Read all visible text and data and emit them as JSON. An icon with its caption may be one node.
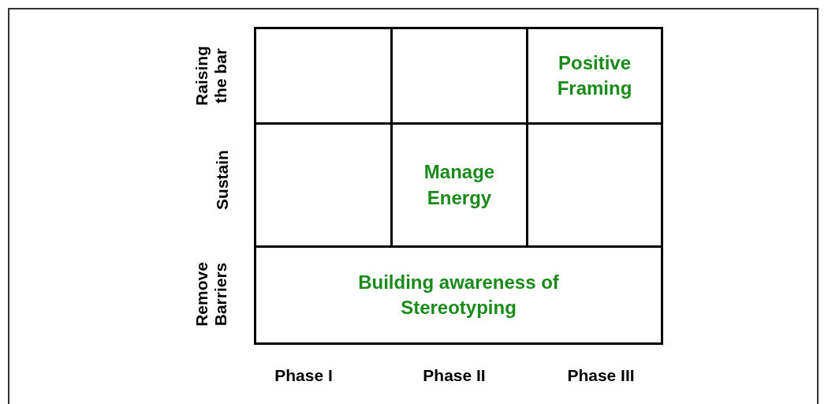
{
  "diagram": {
    "nodes": [
      {
        "text": [],
        "shape": "box"
      },
      {
        "text": [],
        "shape": "box"
      },
      {
        "text": [
          "Positive Framing"
        ]
      },
      {
        "text": [],
        "shape": "box"
      },
      {
        "text": [
          "Manage Energy"
        ]
      },
      {
        "text": [],
        "shape": "box"
      },
      {
        "text": [
          "Building awareness of Stereotyping"
        ]
      }
    ],
    "edges": [],
    "labels": [
      "Raising the bar",
      "Sustain",
      "Remove Barriers",
      "Phase I",
      "Phase II",
      "Phase III"
    ]
  }
}
